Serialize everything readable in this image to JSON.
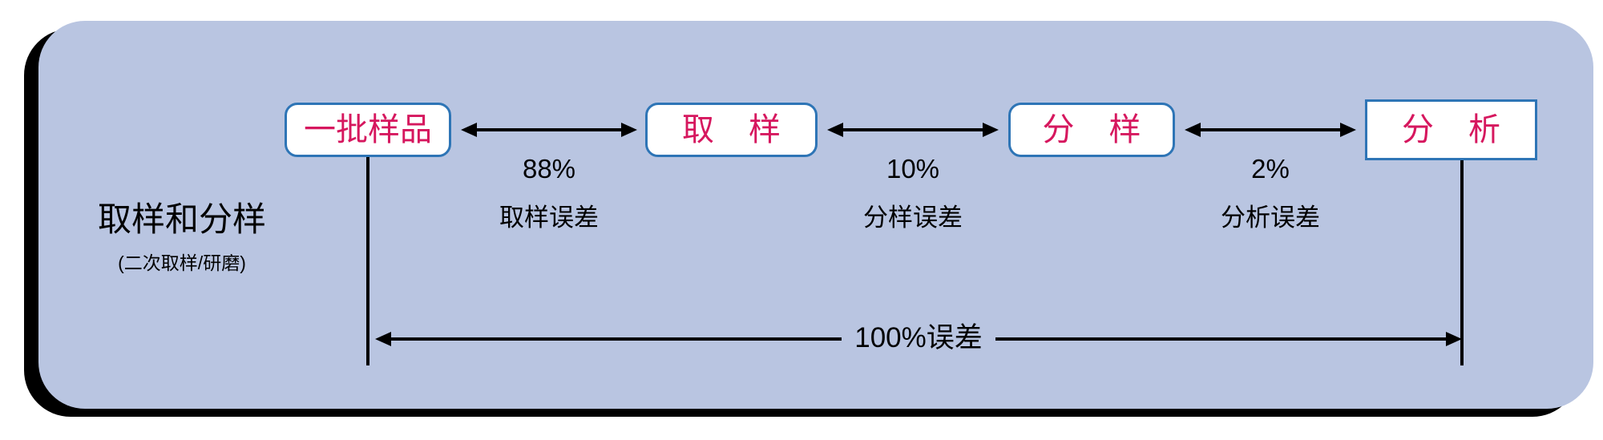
{
  "panel": {
    "background_color": "#b9c5e1",
    "shadow_color": "#000000"
  },
  "caption": {
    "title": "取样和分样",
    "subtitle": "(二次取样/研磨)"
  },
  "theme": {
    "node_border_color": "#2e75b6",
    "node_text_color": "#d6175e",
    "node_fill_color": "#ffffff",
    "arrow_color": "#000000",
    "label_color": "#000000"
  },
  "nodes": [
    {
      "id": "batch",
      "label": "一批样品",
      "shape": "rounded",
      "spaced": false
    },
    {
      "id": "sampling",
      "label": "取 样",
      "shape": "rounded",
      "spaced": true
    },
    {
      "id": "divide",
      "label": "分 样",
      "shape": "rounded",
      "spaced": true
    },
    {
      "id": "analyze",
      "label": "分 析",
      "shape": "square",
      "spaced": true
    }
  ],
  "gaps": [
    {
      "id": "gap-1",
      "percent": "88%",
      "error": "取样误差",
      "from": "batch",
      "to": "sampling"
    },
    {
      "id": "gap-2",
      "percent": "10%",
      "error": "分样误差",
      "from": "sampling",
      "to": "divide"
    },
    {
      "id": "gap-3",
      "percent": "2%",
      "error": "分析误差",
      "from": "divide",
      "to": "analyze"
    }
  ],
  "total_span": {
    "label": "100%误差",
    "from": "batch",
    "to": "analyze"
  },
  "chart_data": {
    "type": "diagram",
    "title": "取样和分样",
    "subtitle": "(二次取样/研磨)",
    "categories": [
      "取样误差",
      "分样误差",
      "分析误差"
    ],
    "values": [
      88,
      10,
      2
    ],
    "value_labels": [
      "88%",
      "10%",
      "2%"
    ],
    "total_label": "100%误差",
    "total_value": 100,
    "stages": [
      "一批样品",
      "取 样",
      "分 样",
      "分 析"
    ],
    "units": "percent of total error"
  }
}
